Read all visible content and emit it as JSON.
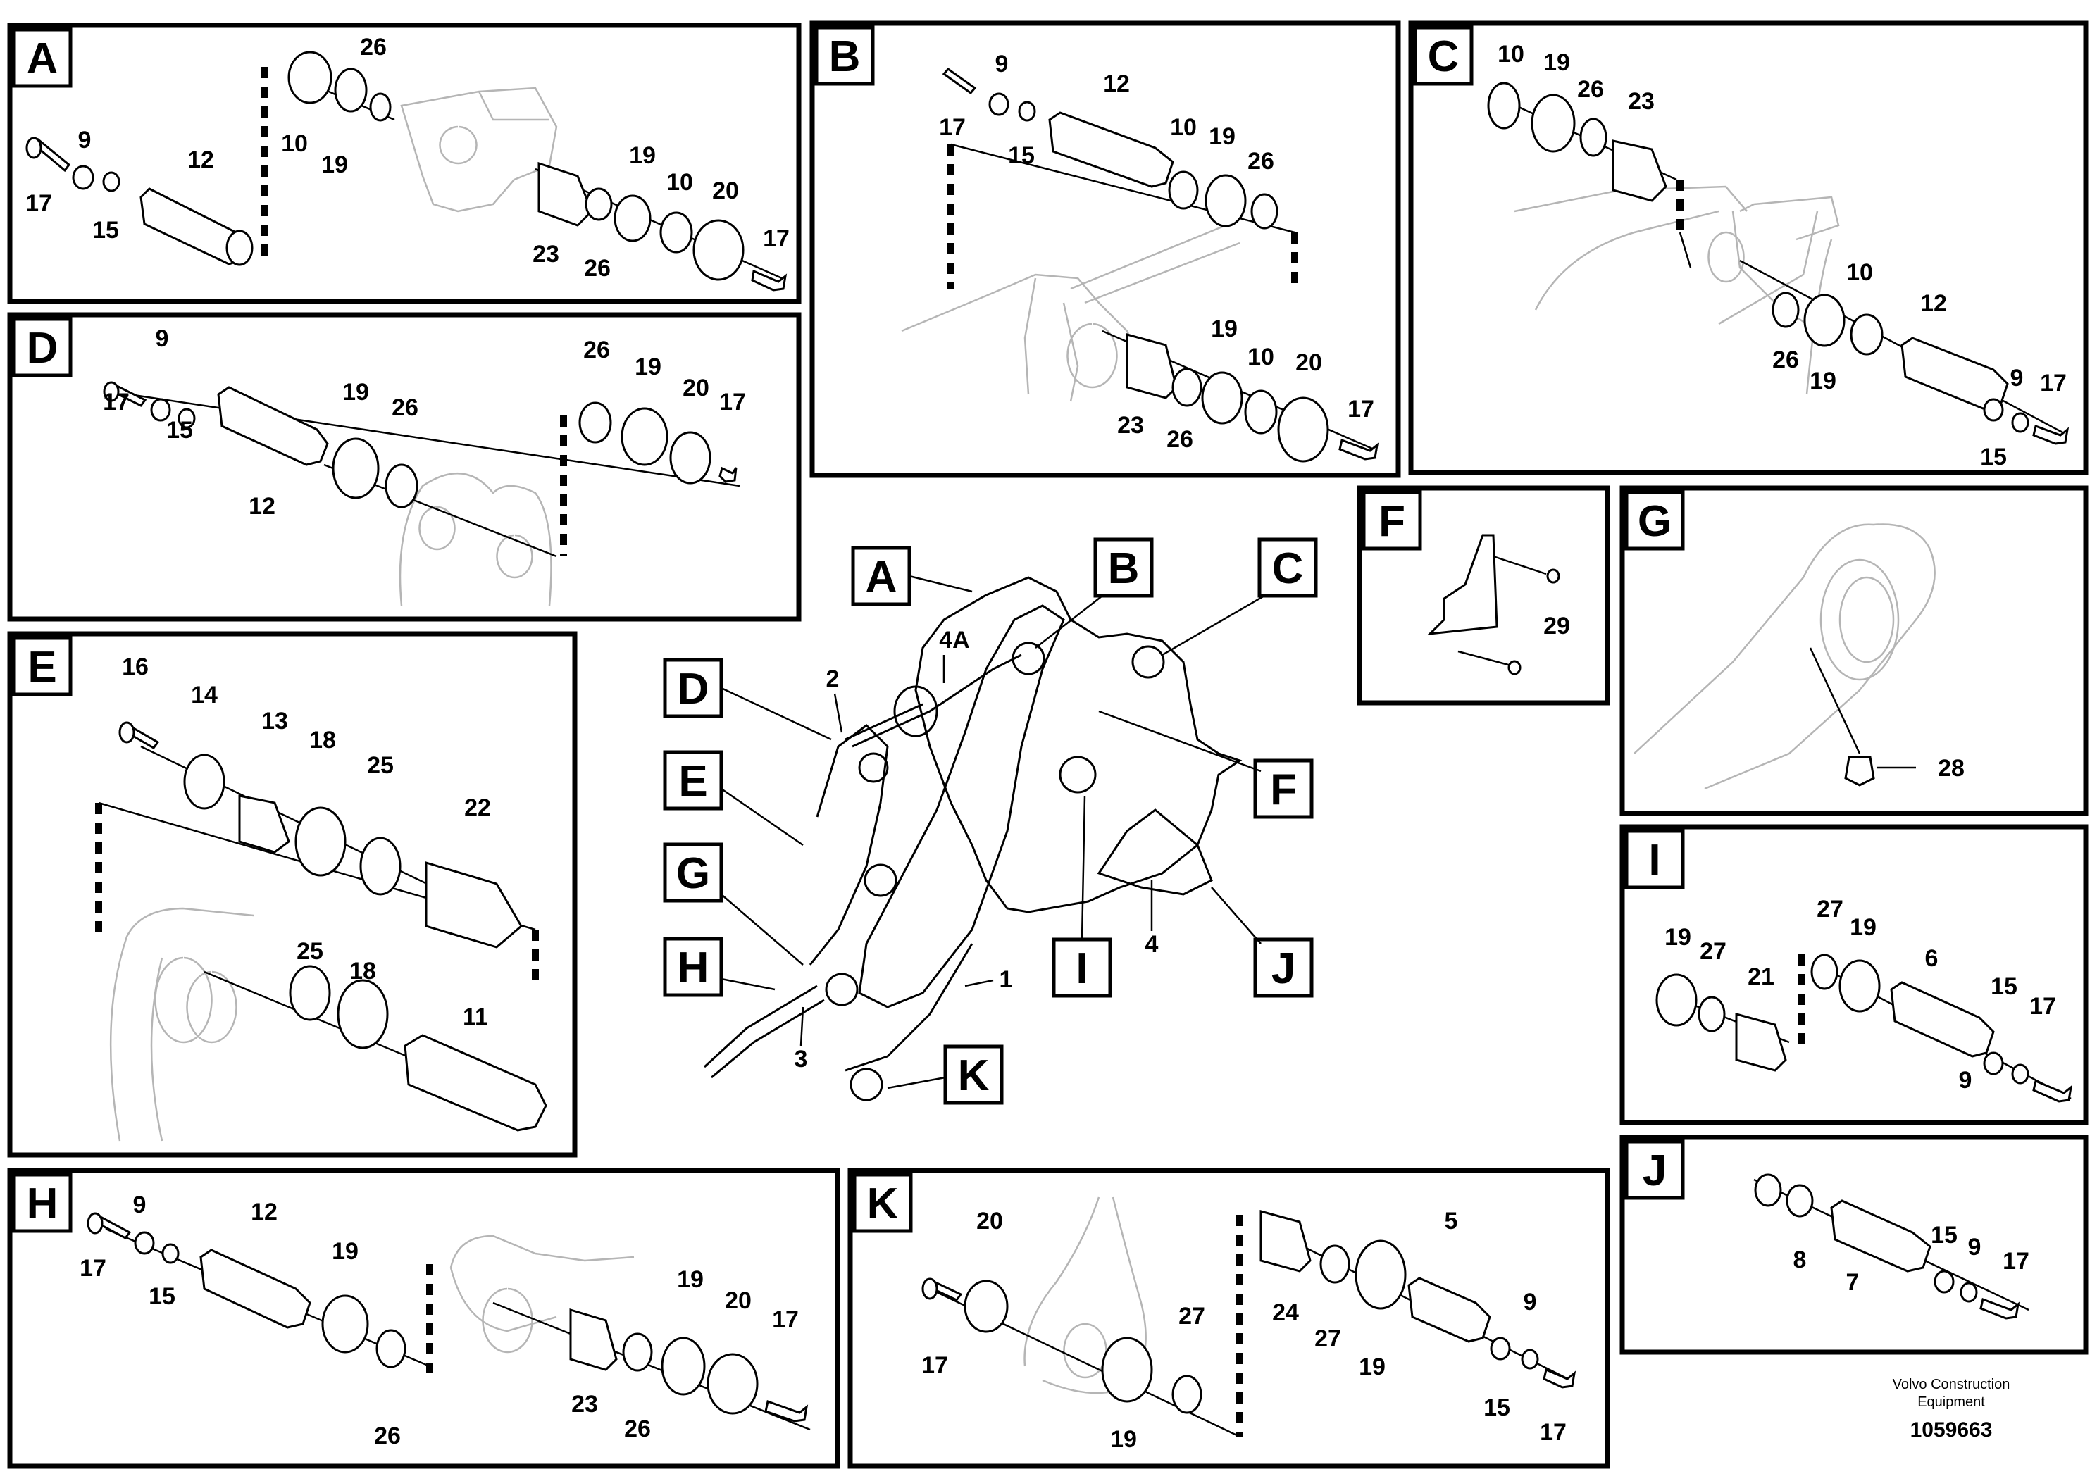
{
  "views": {
    "A": {
      "letter": "A",
      "labels": [
        "26",
        "9",
        "12",
        "10",
        "19",
        "17",
        "15",
        "19",
        "10",
        "20",
        "17",
        "23",
        "26"
      ]
    },
    "B": {
      "letter": "B",
      "labels": [
        "9",
        "12",
        "17",
        "15",
        "10",
        "19",
        "26",
        "19",
        "10",
        "20",
        "17",
        "23",
        "26"
      ]
    },
    "C": {
      "letter": "C",
      "labels": [
        "10",
        "19",
        "26",
        "23",
        "10",
        "12",
        "26",
        "19",
        "9",
        "17",
        "15"
      ]
    },
    "D": {
      "letter": "D",
      "labels": [
        "9",
        "17",
        "15",
        "19",
        "26",
        "12",
        "26",
        "19",
        "20",
        "17"
      ]
    },
    "E": {
      "letter": "E",
      "labels": [
        "16",
        "14",
        "13",
        "18",
        "25",
        "22",
        "25",
        "18",
        "11"
      ]
    },
    "F": {
      "letter": "F",
      "labels": [
        "29"
      ]
    },
    "G": {
      "letter": "G",
      "labels": [
        "28"
      ]
    },
    "H": {
      "letter": "H",
      "labels": [
        "9",
        "12",
        "17",
        "15",
        "19",
        "26",
        "19",
        "20",
        "17",
        "23",
        "26"
      ]
    },
    "I": {
      "letter": "I",
      "labels": [
        "27",
        "19",
        "19",
        "27",
        "6",
        "21",
        "15",
        "17",
        "9"
      ]
    },
    "J": {
      "letter": "J",
      "labels": [
        "8",
        "7",
        "15",
        "9",
        "17"
      ]
    },
    "K": {
      "letter": "K",
      "labels": [
        "20",
        "5",
        "24",
        "27",
        "19",
        "9",
        "27",
        "17",
        "15",
        "17",
        "19"
      ]
    }
  },
  "main": {
    "callout_letters": [
      "A",
      "B",
      "C",
      "D",
      "E",
      "F",
      "G",
      "H",
      "I",
      "J",
      "K"
    ],
    "part_labels": [
      "4A",
      "2",
      "1",
      "3",
      "4"
    ]
  },
  "footer": {
    "company_line1": "Volvo Construction",
    "company_line2": "Equipment",
    "doc_number": "1059663"
  }
}
